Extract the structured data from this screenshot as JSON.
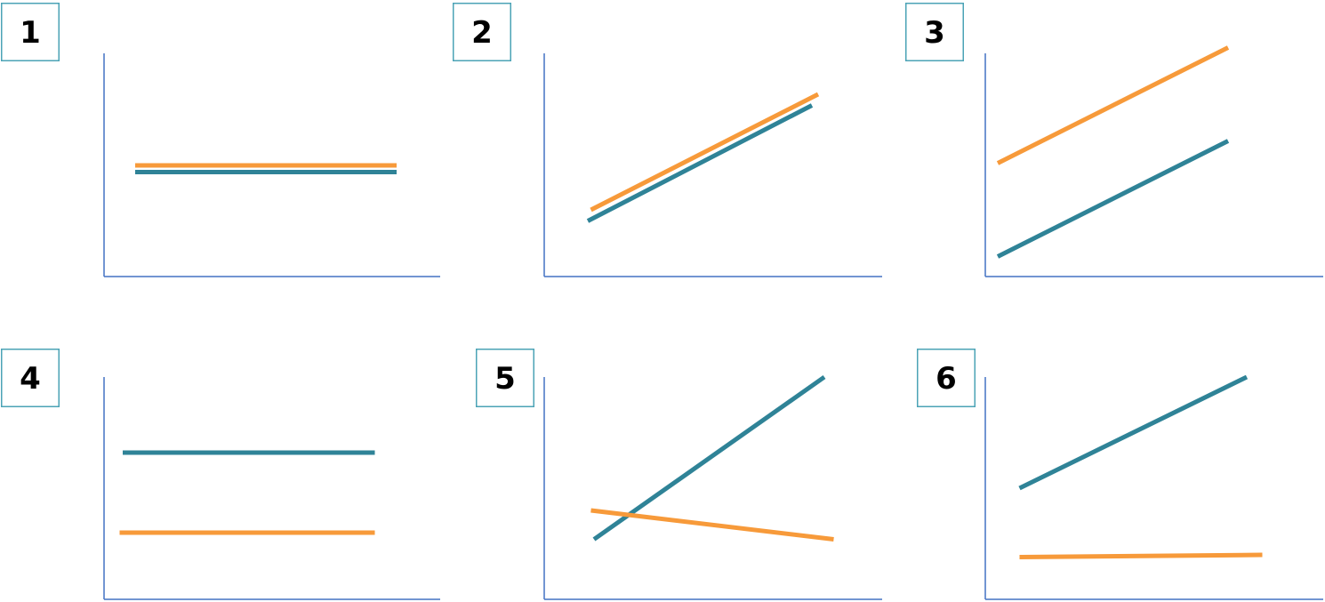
{
  "colors": {
    "axis": "#4472c4",
    "badge_border": "#4ba3b6",
    "teal": "#2f8397",
    "orange": "#f79a3a"
  },
  "chart_data": [
    {
      "type": "line",
      "label": "1",
      "xlim": [
        0,
        10
      ],
      "ylim": [
        0,
        10
      ],
      "grid": false,
      "series": [
        {
          "color": "orange",
          "x": [
            1,
            9.4
          ],
          "y": [
            5,
            5
          ]
        },
        {
          "color": "teal",
          "x": [
            1,
            9.4
          ],
          "y": [
            4.7,
            4.7
          ]
        }
      ]
    },
    {
      "type": "line",
      "label": "2",
      "xlim": [
        0,
        10
      ],
      "ylim": [
        0,
        10
      ],
      "grid": false,
      "series": [
        {
          "color": "orange",
          "x": [
            1.5,
            8.8
          ],
          "y": [
            3,
            8.2
          ]
        },
        {
          "color": "teal",
          "x": [
            1.4,
            8.6
          ],
          "y": [
            2.5,
            7.7
          ]
        }
      ]
    },
    {
      "type": "line",
      "label": "3",
      "xlim": [
        0,
        10
      ],
      "ylim": [
        0,
        10
      ],
      "grid": false,
      "series": [
        {
          "color": "orange",
          "x": [
            0.4,
            7.8
          ],
          "y": [
            5.1,
            10.3
          ]
        },
        {
          "color": "teal",
          "x": [
            0.4,
            7.8
          ],
          "y": [
            0.9,
            6.1
          ]
        }
      ]
    },
    {
      "type": "line",
      "label": "4",
      "xlim": [
        0,
        10
      ],
      "ylim": [
        0,
        10
      ],
      "grid": false,
      "series": [
        {
          "color": "teal",
          "x": [
            0.6,
            8.7
          ],
          "y": [
            6.6,
            6.6
          ]
        },
        {
          "color": "orange",
          "x": [
            0.5,
            8.7
          ],
          "y": [
            3,
            3
          ]
        }
      ]
    },
    {
      "type": "line",
      "label": "5",
      "xlim": [
        0,
        10
      ],
      "ylim": [
        0,
        10
      ],
      "grid": false,
      "series": [
        {
          "color": "teal",
          "x": [
            1.6,
            9
          ],
          "y": [
            2.7,
            10
          ]
        },
        {
          "color": "orange",
          "x": [
            1.5,
            9.3
          ],
          "y": [
            4,
            2.7
          ]
        }
      ]
    },
    {
      "type": "line",
      "label": "6",
      "xlim": [
        0,
        10
      ],
      "ylim": [
        0,
        10
      ],
      "grid": false,
      "series": [
        {
          "color": "teal",
          "x": [
            1.1,
            8.4
          ],
          "y": [
            5,
            10
          ]
        },
        {
          "color": "orange",
          "x": [
            1.1,
            8.9
          ],
          "y": [
            1.9,
            2
          ]
        }
      ]
    }
  ]
}
